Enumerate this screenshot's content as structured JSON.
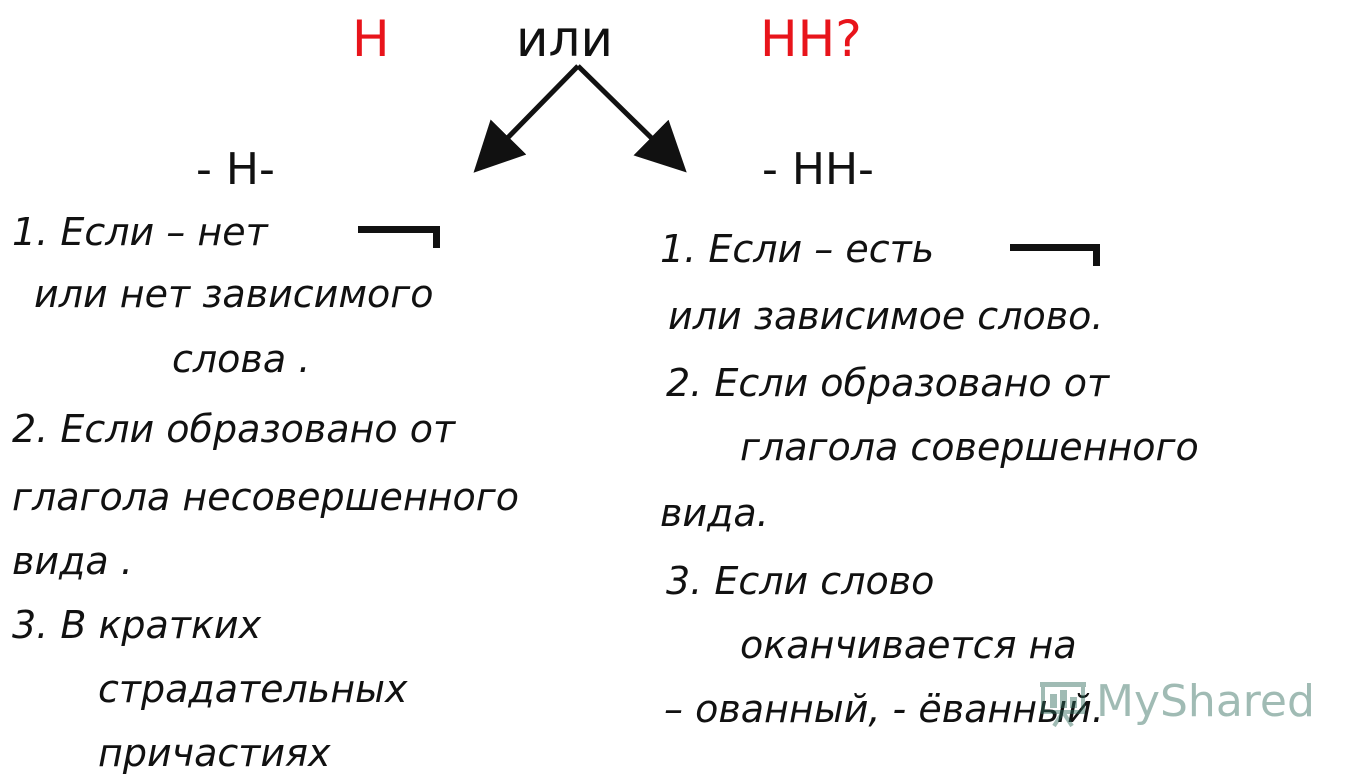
{
  "header": {
    "option_n": "Н",
    "or": "или",
    "option_nn": "НН?"
  },
  "left": {
    "title": "- Н-",
    "lines": [
      "1.   Если – нет",
      "или нет зависимого",
      "слова .",
      "2. Если образовано от",
      "глагола несовершенного",
      "вида .",
      "3. В кратких",
      "страдательных",
      "причастиях"
    ]
  },
  "right": {
    "title": "- НН-",
    "lines": [
      "1.   Если – есть",
      "или зависимое слово.",
      "2. Если образовано от",
      "глагола совершенного",
      "вида.",
      "3. Если слово",
      "оканчивается на",
      "– ованный, - ёванный."
    ]
  },
  "watermark": {
    "text": "MyShared"
  },
  "colors": {
    "accent": "#e8141b",
    "text": "#111111",
    "watermark": "#2e6b5a"
  }
}
